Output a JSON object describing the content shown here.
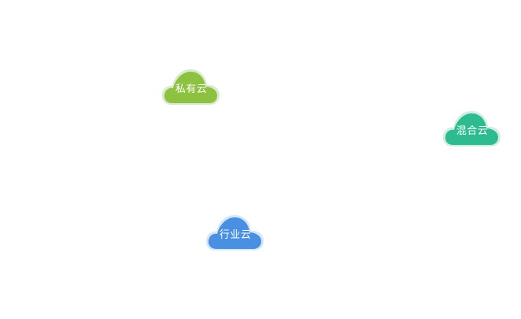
{
  "clouds": {
    "private": {
      "label": "私有云",
      "color": "#8cc23f"
    },
    "hybrid": {
      "label": "混合云",
      "color": "#2dbb8f"
    },
    "industry": {
      "label": "行业云",
      "color": "#4a90e2"
    }
  }
}
